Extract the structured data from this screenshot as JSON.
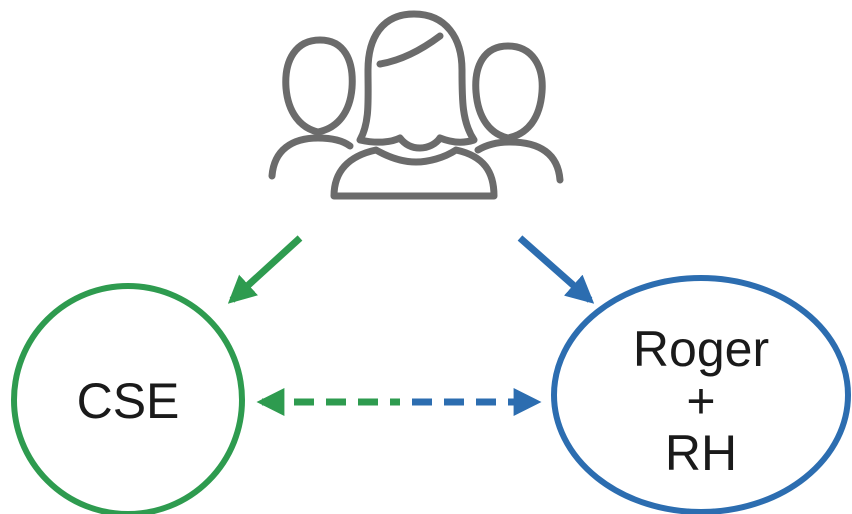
{
  "diagram": {
    "nodes": {
      "cse": {
        "label": "CSE"
      },
      "roger_rh": {
        "line1": "Roger",
        "line2": "+",
        "line3": "RH"
      }
    },
    "group_icon": "people-group-icon",
    "edges": [
      {
        "from": "people-group",
        "to": "cse",
        "style": "solid"
      },
      {
        "from": "people-group",
        "to": "roger_rh",
        "style": "solid"
      },
      {
        "from": "cse",
        "to": "roger_rh",
        "style": "dashed",
        "direction": "both"
      }
    ]
  },
  "colors": {
    "green": "#2e9b4f",
    "blue": "#2c6db0",
    "icon_gray": "#6b6b6b",
    "text": "#1a1a1a"
  }
}
